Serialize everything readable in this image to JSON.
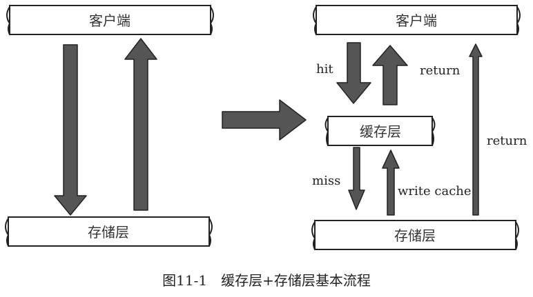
{
  "left": {
    "client_label": "客户端",
    "storage_label": "存储层"
  },
  "right": {
    "client_label": "客户端",
    "cache_label": "缓存层",
    "storage_label": "存储层",
    "hit_label": "hit",
    "return_cache_label": "return",
    "return_storage_label": "return",
    "miss_label": "miss",
    "write_cache_label": "write cache"
  },
  "caption": "图11-1　缓存层+存储层基本流程",
  "colors": {
    "arrow_fill": "#555555",
    "stroke": "#222222",
    "background": "#ffffff"
  }
}
